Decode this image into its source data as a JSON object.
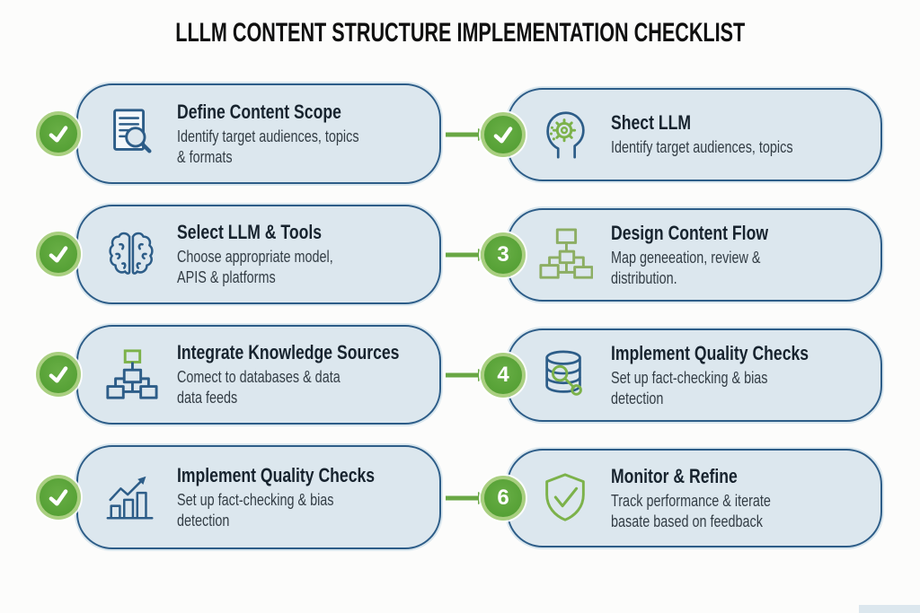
{
  "header": {
    "title": "LLLM CONTENT STRUCTURE IMPLEMENTATION CHECKLIST"
  },
  "colors": {
    "background": "#fcfcfb",
    "card_fill": "#dce7ee",
    "card_border": "#2d5d88",
    "badge_green": "#55a334",
    "badge_ring": "#a9cf80",
    "arrow_green": "#69a744",
    "icon_blue": "#2d5d88",
    "icon_green": "#7cb24a"
  },
  "checklist": {
    "cards": [
      {
        "position": "row-1-left",
        "badge": "check",
        "icon": "document-search-icon",
        "title": "Define Content Scope",
        "description": "Identify target audiences, topics\n& formats"
      },
      {
        "position": "row-1-right",
        "badge": "check",
        "icon": "head-gears-icon",
        "title": "Shect LLM",
        "description": "Identify target audiences, topics"
      },
      {
        "position": "row-2-left",
        "badge": "check",
        "icon": "brain-icon",
        "title": "Select LLM & Tools",
        "description": "Choose appropriate model,\nAPIS & platforms"
      },
      {
        "position": "row-2-right",
        "badge": "number",
        "badge_number": "3",
        "icon": "flowchart-icon",
        "title": "Design Content Flow",
        "description": "Map geneeation, review &\ndistribution."
      },
      {
        "position": "row-3-left",
        "badge": "check",
        "icon": "knowledge-tree-icon",
        "title": "Integrate Knowledge Sources",
        "description": "Comect to databases & data\ndata feeds"
      },
      {
        "position": "row-3-right",
        "badge": "number",
        "badge_number": "4",
        "icon": "database-search-icon",
        "title": "Implement Quality Checks",
        "description": "Set up fact-checking & bias\ndetection"
      },
      {
        "position": "row-4-left",
        "badge": "check",
        "icon": "bar-chart-growth-icon",
        "title": "Implement Quality Checks",
        "description": "Set up fact-checking & bias\ndetection"
      },
      {
        "position": "row-4-right",
        "badge": "number",
        "badge_number": "6",
        "icon": "shield-check-icon",
        "title": "Monitor & Refine",
        "description": "Track performance & iterate\nbasate based on feedback"
      }
    ]
  }
}
